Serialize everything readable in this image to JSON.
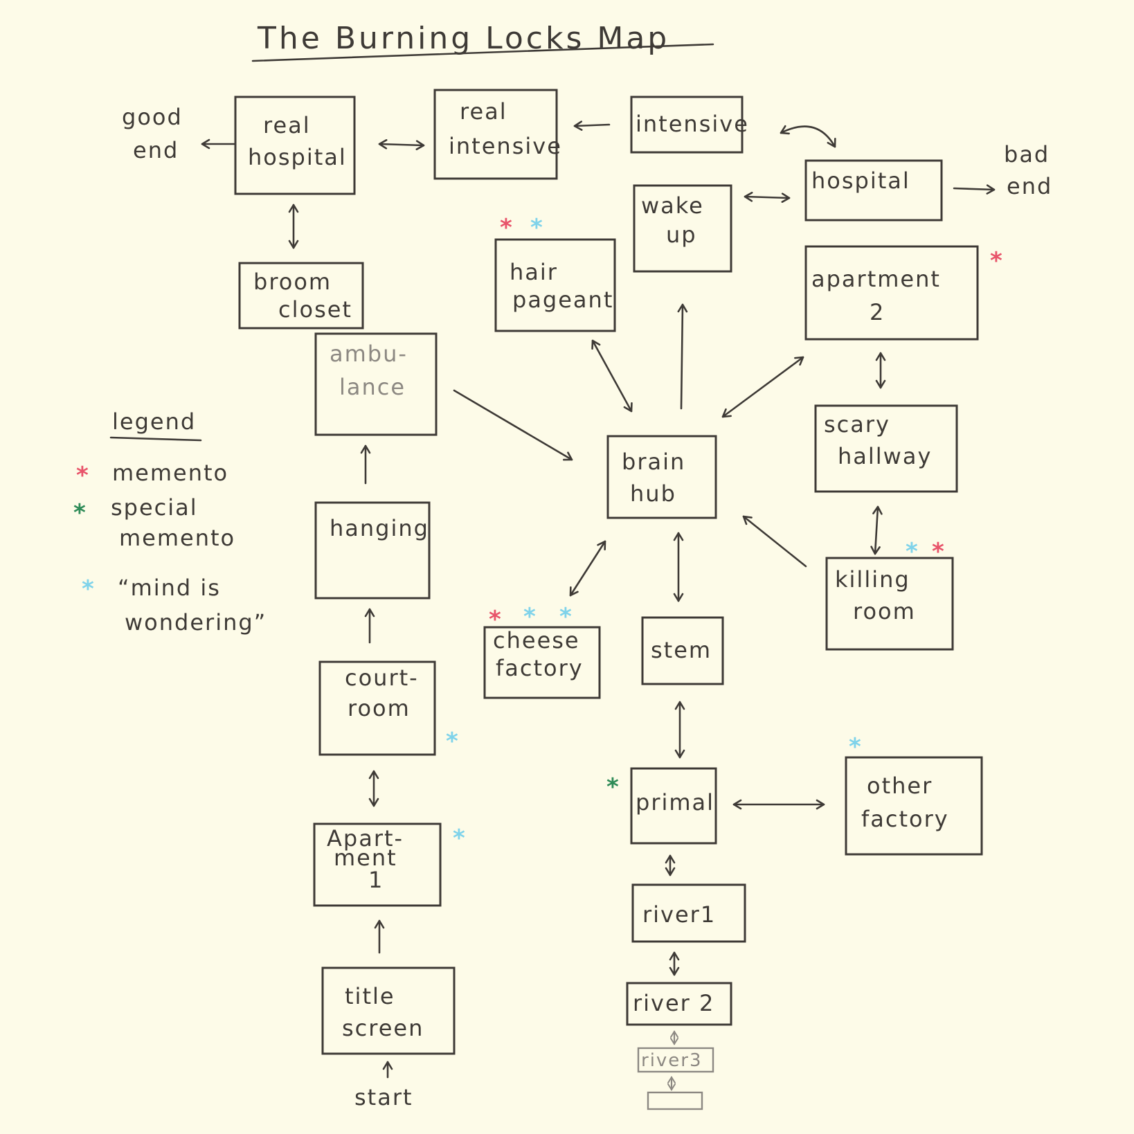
{
  "title": "The Burning Locks Map",
  "colors": {
    "paper": "#fdfbe8",
    "pencil": "#3e3a36",
    "memento": "#e8546a",
    "special_memento": "#2e8b57",
    "mind_wandering": "#7fd3ea"
  },
  "nodes": {
    "real_hospital": [
      "real",
      "hospital"
    ],
    "real_intensive": [
      "real",
      "intensive"
    ],
    "intensive": [
      "intensive"
    ],
    "hospital": [
      "hospital"
    ],
    "wake_up": [
      "wake",
      "up"
    ],
    "hair_pageant": [
      "hair",
      "pageant"
    ],
    "apartment_2": [
      "apartment",
      "2"
    ],
    "broom_closet": [
      "broom",
      "closet"
    ],
    "ambulance": [
      "ambu-",
      "lance"
    ],
    "brain_hub": [
      "brain",
      "hub"
    ],
    "scary_hallway": [
      "scary",
      "hallway"
    ],
    "hanging": [
      "hanging"
    ],
    "killing_room": [
      "killing",
      "room"
    ],
    "cheese_factory": [
      "cheese",
      "factory"
    ],
    "stem": [
      "stem"
    ],
    "courtroom": [
      "court-",
      "room"
    ],
    "primal": [
      "primal"
    ],
    "other_factory": [
      "other",
      "factory"
    ],
    "apartment_1": [
      "Apart-",
      "ment",
      "1"
    ],
    "river_1": [
      "river1"
    ],
    "river_2": [
      "river 2"
    ],
    "river_3": [
      "river3"
    ],
    "title_screen": [
      "title",
      "screen"
    ]
  },
  "endings": {
    "good_end": [
      "good",
      "end"
    ],
    "bad_end": [
      "bad",
      "end"
    ],
    "start": "start"
  },
  "legend": {
    "heading": "legend",
    "memento": "memento",
    "special_memento": [
      "special",
      "memento"
    ],
    "mind_wandering": [
      "“mind is",
      "wondering”"
    ]
  },
  "star_glyph": "*"
}
